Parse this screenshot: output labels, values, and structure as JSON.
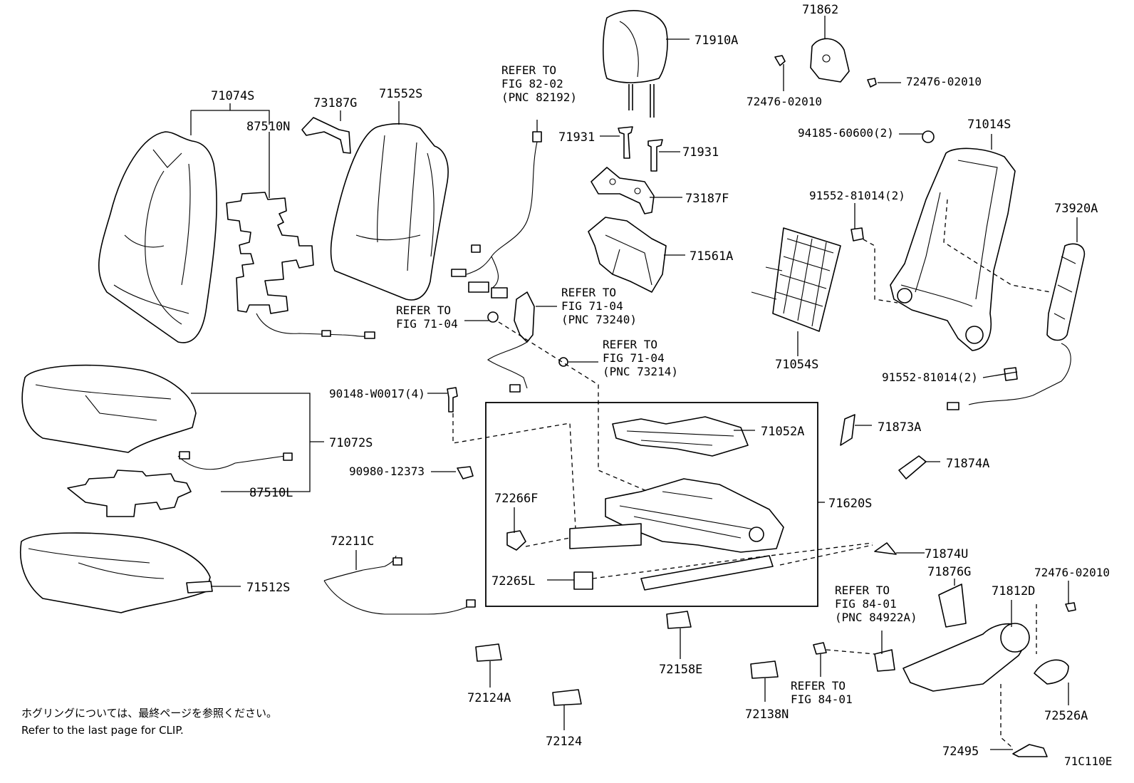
{
  "diagram_code": "71C110E",
  "parts": {
    "p71074S": "71074S",
    "p87510N": "87510N",
    "p73187G": "73187G",
    "p71552S": "71552S",
    "p71910A": "71910A",
    "p71862": "71862",
    "p72476a": "72476-02010",
    "p72476b": "72476-02010",
    "p72476c": "72476-02010",
    "p71931a": "71931",
    "p71931b": "71931",
    "p73187F": "73187F",
    "p71561A": "71561A",
    "p94185": "94185-60600(2)",
    "p71014S": "71014S",
    "p91552a": "91552-81014(2)",
    "p91552b": "91552-81014(2)",
    "p73920A": "73920A",
    "p71054S": "71054S",
    "p71072S": "71072S",
    "p87510L": "87510L",
    "p71512S": "71512S",
    "p90148": "90148-W0017(4)",
    "p90980": "90980-12373",
    "p71052A": "71052A",
    "p71620S": "71620S",
    "p72266F": "72266F",
    "p72265L": "72265L",
    "p72211C": "72211C",
    "p71873A": "71873A",
    "p71874A": "71874A",
    "p71874U": "71874U",
    "p71876G": "71876G",
    "p71812D": "71812D",
    "p72526A": "72526A",
    "p72495": "72495",
    "p72158E": "72158E",
    "p72124A": "72124A",
    "p72124": "72124",
    "p72138N": "72138N"
  },
  "references": {
    "r1": [
      "REFER TO",
      "FIG 82-02",
      "(PNC 82192)"
    ],
    "r2": [
      "REFER TO",
      "FIG 71-04",
      "(PNC 73240)"
    ],
    "r3": [
      "REFER TO",
      "FIG 71-04"
    ],
    "r4": [
      "REFER TO",
      "FIG 71-04",
      "(PNC 73214)"
    ],
    "r5": [
      "REFER TO",
      "FIG 84-01",
      "(PNC 84922A)"
    ],
    "r6": [
      "REFER TO",
      "FIG 84-01"
    ]
  },
  "notes": {
    "jp": "ホグリングについては、最終ページを参照ください。",
    "en": "Refer to the last page for CLIP."
  }
}
